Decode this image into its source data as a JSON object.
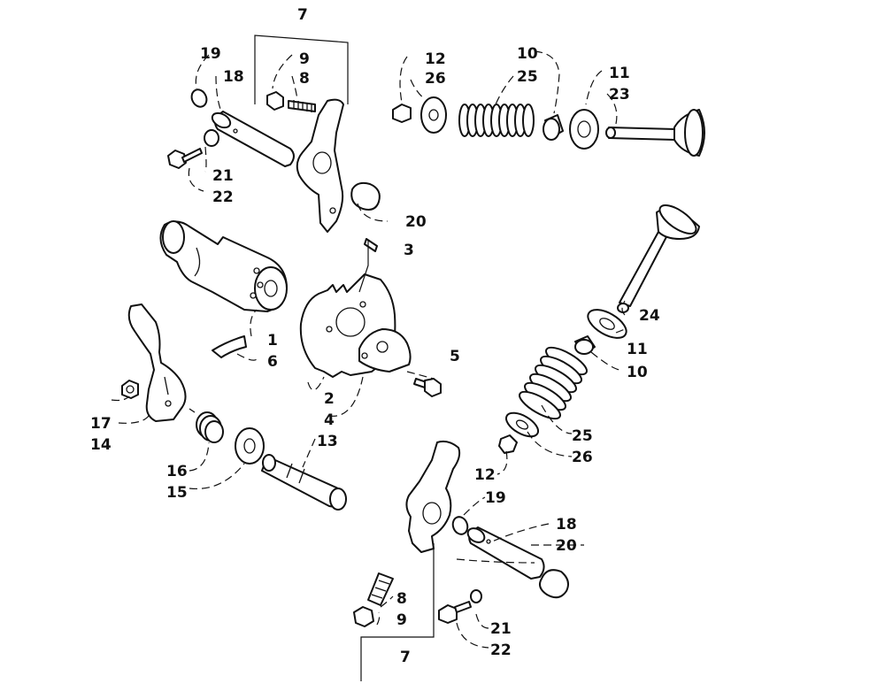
{
  "diagram": {
    "type": "exploded-parts-view",
    "callouts": {
      "c1": "1",
      "c2": "2",
      "c3": "3",
      "c4": "4",
      "c5": "5",
      "c6": "6",
      "c7_top": "7",
      "c7_bottom": "7",
      "c8_top": "8",
      "c8_bottom": "8",
      "c9_top": "9",
      "c9_bottom": "9",
      "c10_top": "10",
      "c10_mid": "10",
      "c11_top": "11",
      "c11_mid": "11",
      "c12_top": "12",
      "c12_mid": "12",
      "c13": "13",
      "c14": "14",
      "c15": "15",
      "c16": "16",
      "c17": "17",
      "c18_top": "18",
      "c18_bottom": "18",
      "c19_top": "19",
      "c19_bottom": "19",
      "c20_top": "20",
      "c20_bottom": "20",
      "c21_top": "21",
      "c21_bottom": "21",
      "c22_top": "22",
      "c22_bottom": "22",
      "c23": "23",
      "c24": "24",
      "c25_top": "25",
      "c25_mid": "25",
      "c26_top": "26",
      "c26_mid": "26"
    }
  }
}
